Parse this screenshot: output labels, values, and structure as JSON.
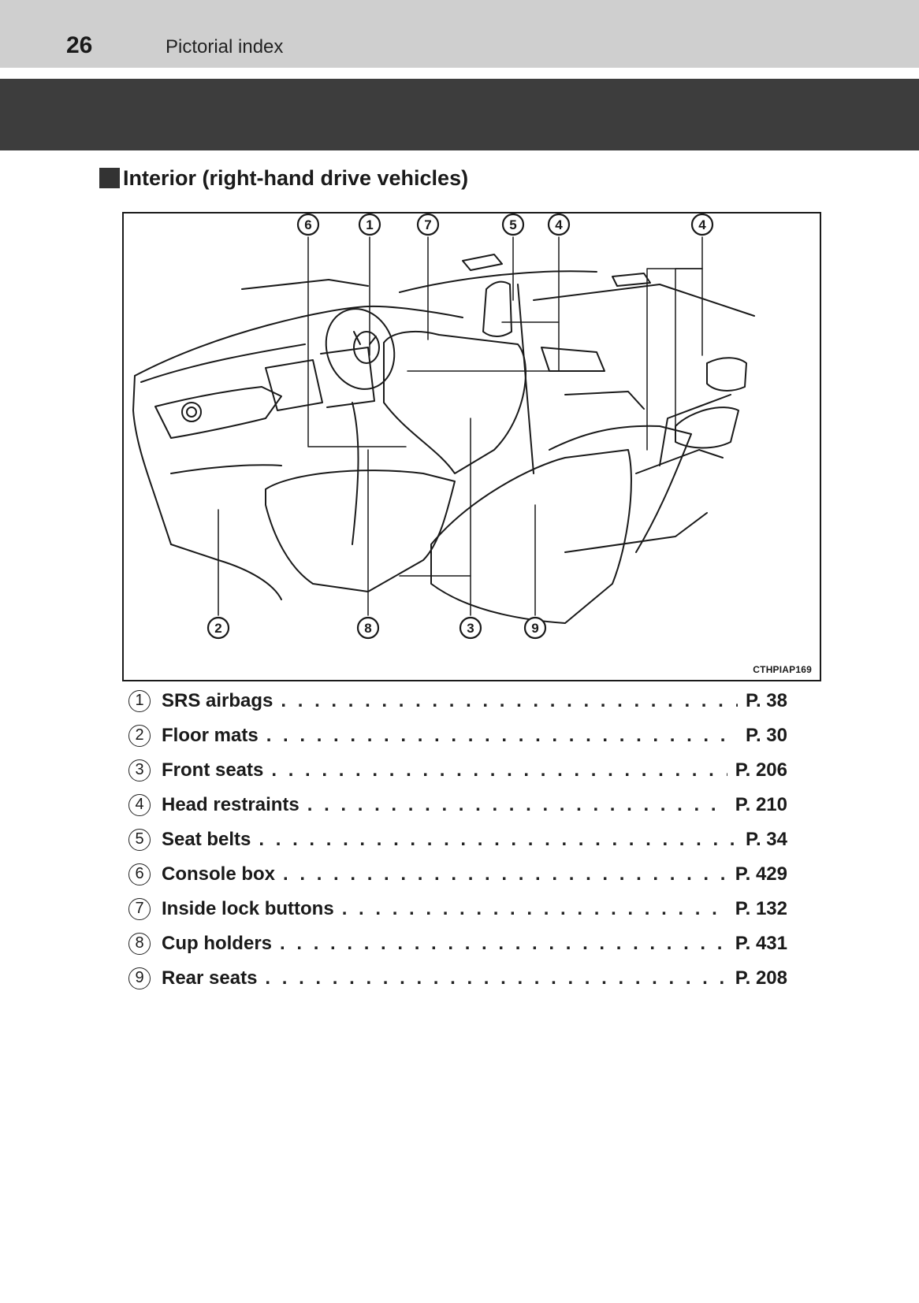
{
  "header": {
    "page_number": "26",
    "title": "Pictorial index"
  },
  "section": {
    "heading": "Interior (right-hand drive vehicles)"
  },
  "figure": {
    "code": "CTHPIAP169",
    "callouts": {
      "c6": "6",
      "c1": "1",
      "c7": "7",
      "c5": "5",
      "c4a": "4",
      "c4b": "4",
      "c2": "2",
      "c8": "8",
      "c3": "3",
      "c9": "9"
    }
  },
  "legend": [
    {
      "num": "1",
      "label": "SRS airbags",
      "page": "P. 38"
    },
    {
      "num": "2",
      "label": "Floor mats",
      "page": "P. 30"
    },
    {
      "num": "3",
      "label": "Front seats",
      "page": "P. 206"
    },
    {
      "num": "4",
      "label": "Head restraints",
      "page": "P. 210"
    },
    {
      "num": "5",
      "label": "Seat belts",
      "page": "P. 34"
    },
    {
      "num": "6",
      "label": "Console box",
      "page": "P. 429"
    },
    {
      "num": "7",
      "label": "Inside lock buttons",
      "page": "P. 132"
    },
    {
      "num": "8",
      "label": "Cup holders",
      "page": "P. 431"
    },
    {
      "num": "9",
      "label": "Rear seats",
      "page": "P. 208"
    }
  ]
}
